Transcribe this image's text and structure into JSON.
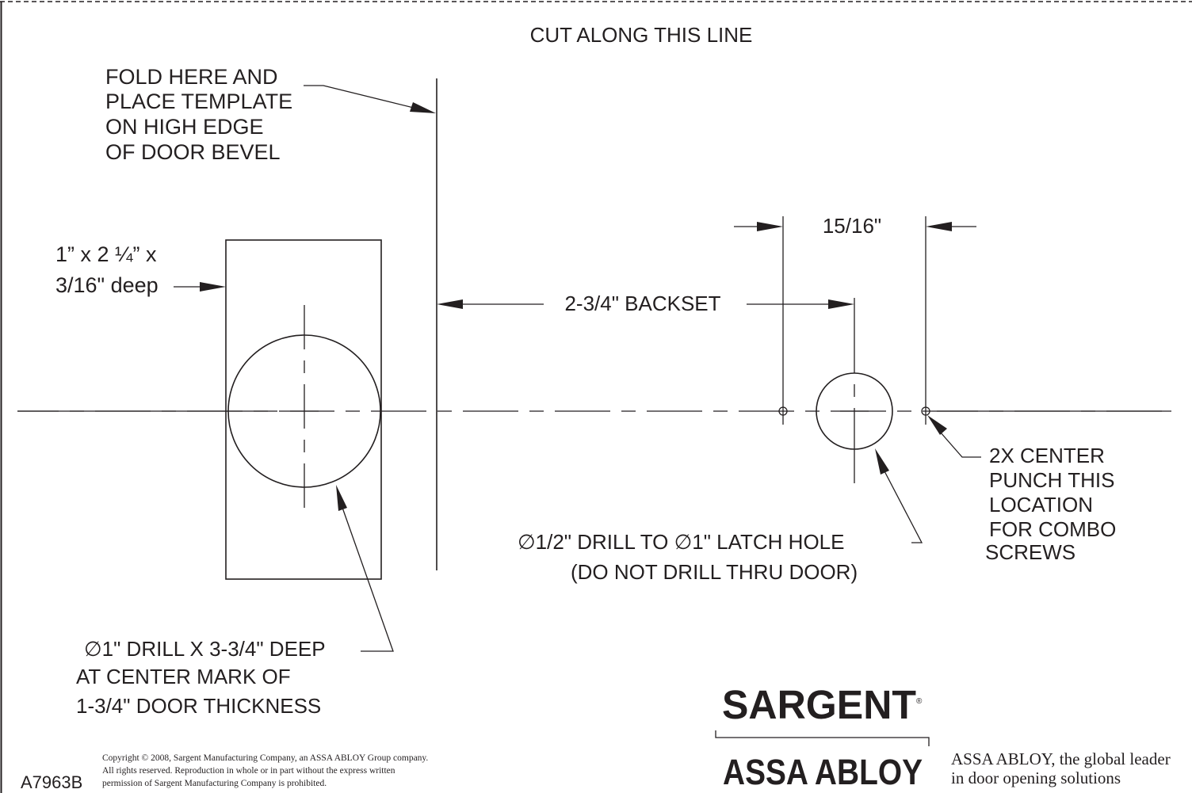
{
  "header": {
    "cut_label": "CUT ALONG THIS LINE"
  },
  "fold_note": {
    "lines": [
      "FOLD HERE AND",
      "PLACE TEMPLATE",
      "ON HIGH EDGE",
      "OF DOOR BEVEL"
    ]
  },
  "mortise_note": {
    "lines": [
      "1” x 2 ¼” x",
      "3/16\" deep"
    ]
  },
  "backset": {
    "label": "2-3/4\"  BACKSET"
  },
  "spacing": {
    "label": "15/16\""
  },
  "center_punch_note": {
    "lines": [
      "2X CENTER",
      "PUNCH THIS",
      "LOCATION",
      "FOR COMBO",
      "SCREWS"
    ]
  },
  "latch_note": {
    "lines": [
      "∅1/2\"  DRILL TO   ∅1\" LATCH HOLE",
      "(DO NOT DRILL THRU DOOR)"
    ]
  },
  "bore_note": {
    "lines": [
      "∅1\"  DRILL X 3-3/4\" DEEP",
      "AT CENTER MARK OF",
      "1-3/4\" DOOR THICKNESS"
    ]
  },
  "footer": {
    "drawing_number": "A7963B",
    "copyright_lines": [
      "Copyright © 2008, Sargent Manufacturing Company, an ASSA ABLOY Group company.",
      "All rights reserved. Reproduction in whole or in part without the express written",
      "permission of Sargent Manufacturing Company is prohibited."
    ],
    "brand_primary": "SARGENT",
    "registered_mark": "®",
    "brand_group": "ASSA ABLOY",
    "tagline_lines": [
      "ASSA ABLOY, the global leader",
      "in door opening solutions"
    ]
  }
}
